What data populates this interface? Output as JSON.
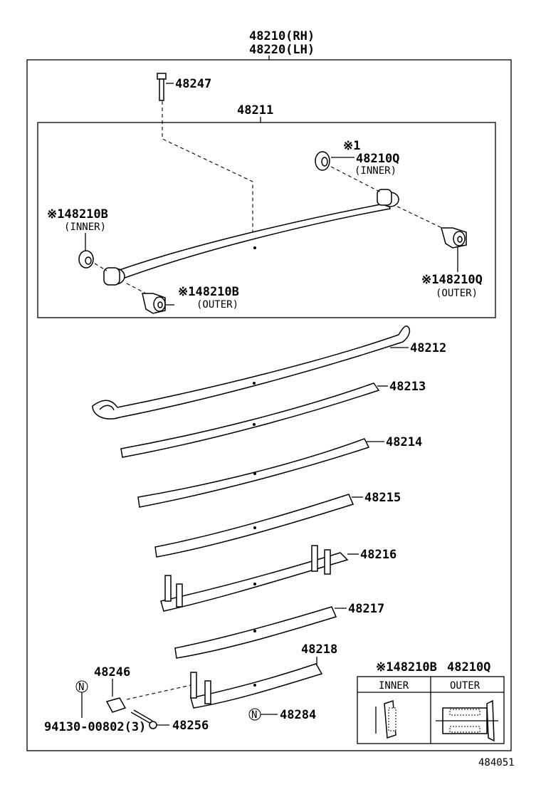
{
  "assembly": {
    "rh": "48210(RH)",
    "lh": "48220(LH)"
  },
  "labels": {
    "p48247": "48247",
    "p48211": "48211",
    "note_inner_mark": "※1",
    "p48210q_inner": "48210Q",
    "inner_q": "(INNER)",
    "p48210b_inner": "※148210B",
    "inner_b": "(INNER)",
    "p48210b_outer": "※148210B",
    "outer_b": "(OUTER)",
    "p48210q_outer": "※148210Q",
    "outer_q": "(OUTER)",
    "p48212": "48212",
    "p48213": "48213",
    "p48214": "48214",
    "p48215": "48215",
    "p48216": "48216",
    "p48217": "48217",
    "p48218": "48218",
    "p48246": "48246",
    "p48256": "48256",
    "p48284": "48284",
    "p94130": "94130-00802(3)",
    "n_mark_1": "N",
    "n_mark_2": "N"
  },
  "legend": {
    "title_a": "※148210B",
    "title_b": "48210Q",
    "col_inner": "INNER",
    "col_outer": "OUTER"
  },
  "diagram_id": "484051"
}
